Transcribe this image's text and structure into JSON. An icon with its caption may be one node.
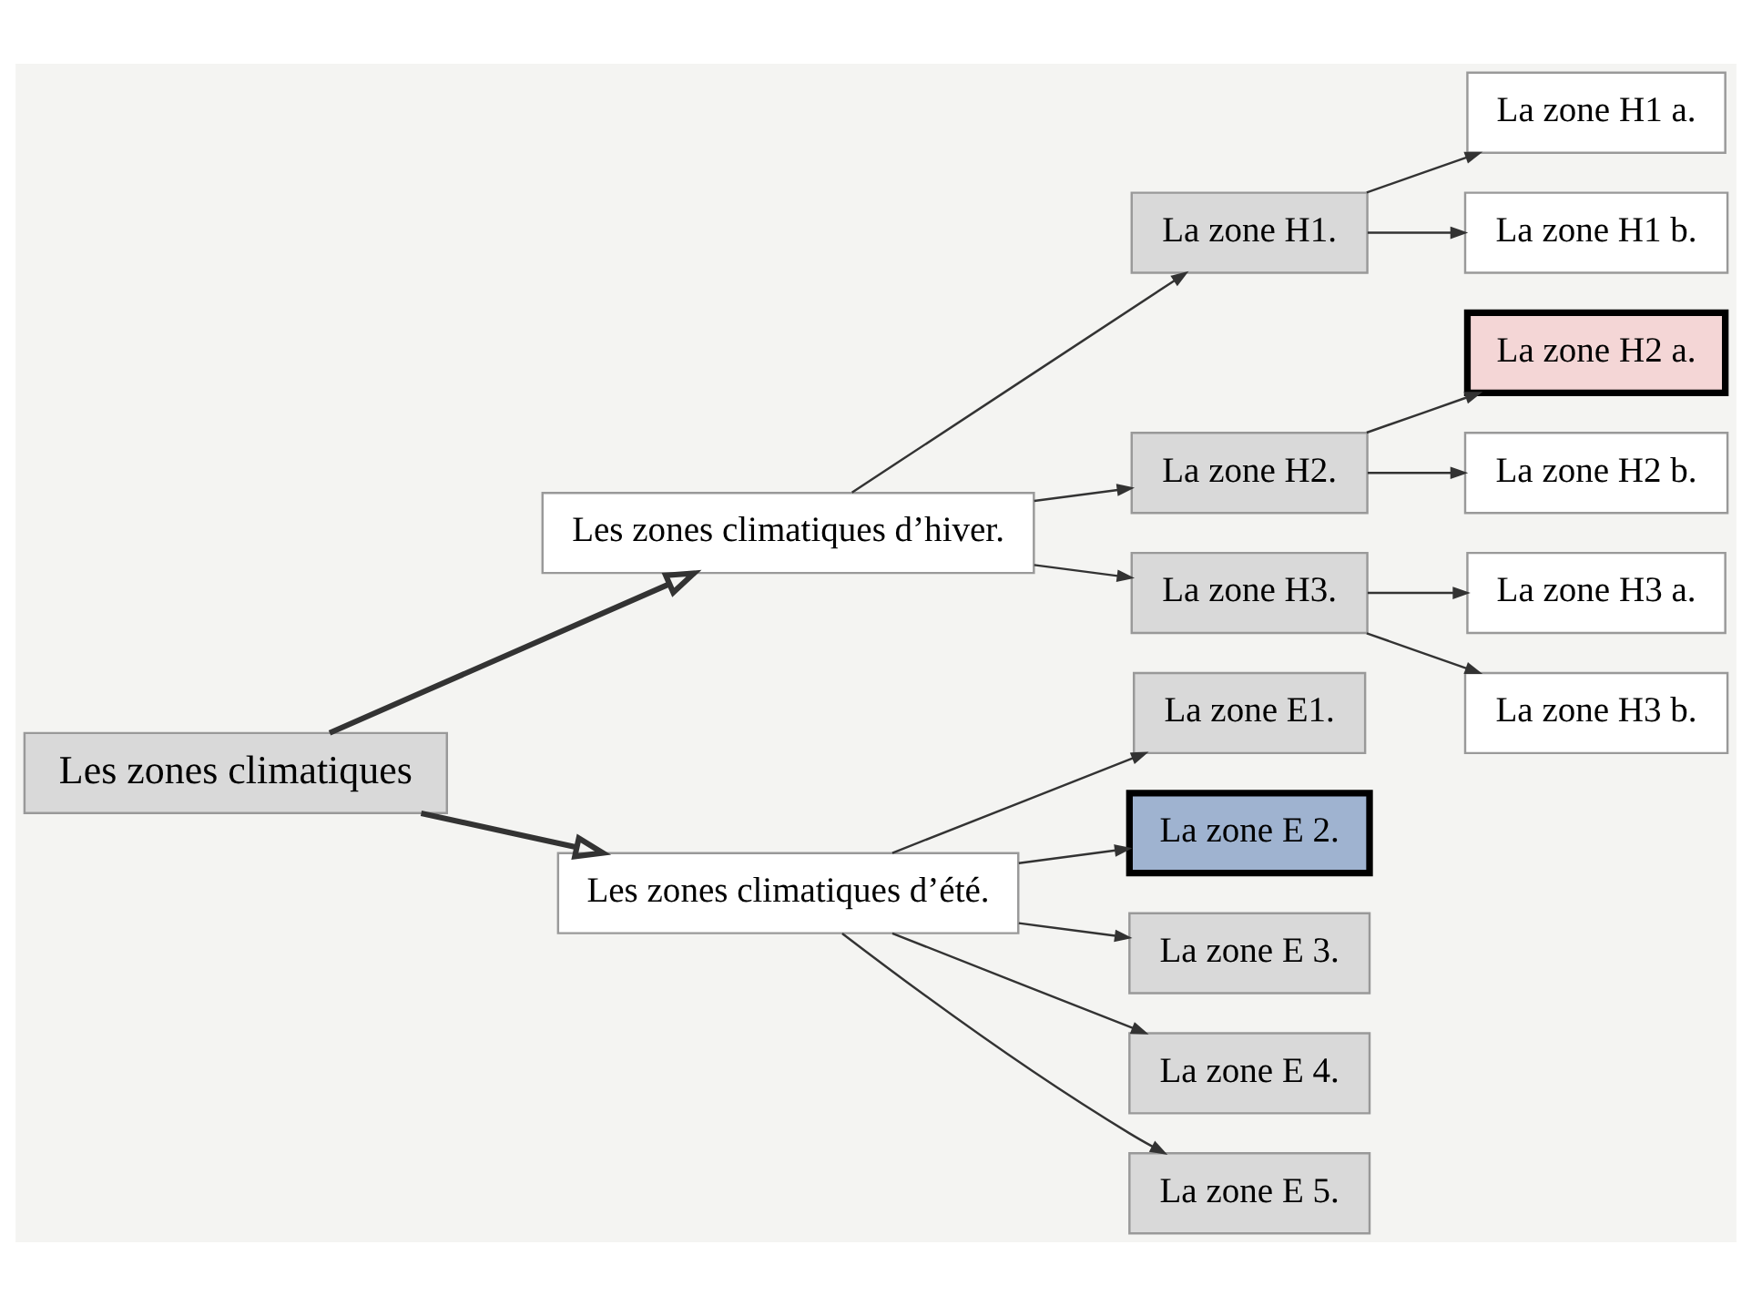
{
  "diagram": {
    "nodes": [
      {
        "text": [
          "Les zones climatiques"
        ]
      },
      {
        "text": [
          "Les zones climatiques d’hiver."
        ]
      },
      {
        "text": [
          "Les zones climatiques d’été."
        ]
      },
      {
        "text": [
          "La zone H1."
        ]
      },
      {
        "text": [
          "La zone H1 a."
        ]
      },
      {
        "text": [
          "La zone H1 b."
        ]
      },
      {
        "text": [
          "La zone H2."
        ]
      },
      {
        "text": [
          "La zone H2 a."
        ]
      },
      {
        "text": [
          "La zone H2 b."
        ]
      },
      {
        "text": [
          "La zone H3."
        ]
      },
      {
        "text": [
          "La zone H3 a."
        ]
      },
      {
        "text": [
          "La zone H3 b."
        ]
      },
      {
        "text": [
          "La zone E1."
        ]
      },
      {
        "text": [
          "La zone E 2."
        ]
      },
      {
        "text": [
          "La zone E 3."
        ]
      },
      {
        "text": [
          "La zone E 4."
        ]
      },
      {
        "text": [
          "La zone E 5."
        ]
      }
    ],
    "edges": [
      {
        "from": 0,
        "to": 1,
        "arrow": "to",
        "style": "thick"
      },
      {
        "from": 0,
        "to": 2,
        "arrow": "to",
        "style": "thick"
      },
      {
        "from": 1,
        "to": 3,
        "arrow": "to"
      },
      {
        "from": 3,
        "to": 4,
        "arrow": "to"
      },
      {
        "from": 3,
        "to": 5,
        "arrow": "to"
      },
      {
        "from": 1,
        "to": 6,
        "arrow": "to"
      },
      {
        "from": 6,
        "to": 7,
        "arrow": "to"
      },
      {
        "from": 6,
        "to": 8,
        "arrow": "to"
      },
      {
        "from": 1,
        "to": 9,
        "arrow": "to"
      },
      {
        "from": 9,
        "to": 10,
        "arrow": "to"
      },
      {
        "from": 9,
        "to": 11,
        "arrow": "to"
      },
      {
        "from": 2,
        "to": 12,
        "arrow": "to"
      },
      {
        "from": 2,
        "to": 13,
        "arrow": "to"
      },
      {
        "from": 2,
        "to": 14,
        "arrow": "to"
      },
      {
        "from": 2,
        "to": 15,
        "arrow": "to"
      },
      {
        "from": 2,
        "to": 16,
        "arrow": "to"
      }
    ]
  }
}
